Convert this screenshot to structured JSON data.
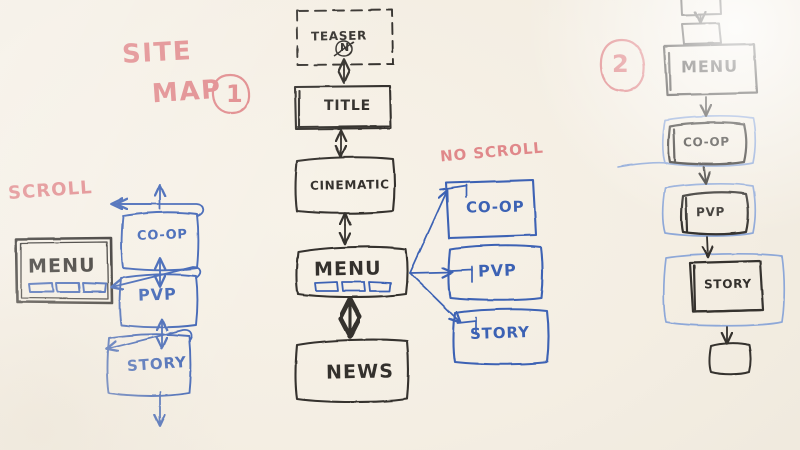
{
  "board": {
    "kind": "whiteboard-sketch",
    "title": "SITE MAP",
    "background_color": "#f4eee3",
    "ink_colors": {
      "black": "#34312d",
      "blue": "#3c62b4",
      "red": "#e0888a"
    }
  },
  "annotations": {
    "heading_line1": "SITE",
    "heading_line2": "MAP",
    "heading_badge": "1",
    "left_note": "SCROLL",
    "middle_right_note": "NO SCROLL",
    "right_badge": "2"
  },
  "variant_1_left": {
    "name": "scroll-variant",
    "note": "SCROLL",
    "nodes": [
      {
        "id": "menu",
        "label": "MENU",
        "color": "black",
        "has_nav_buttons": true
      },
      {
        "id": "co-op",
        "label": "CO-OP",
        "color": "blue",
        "has_nav_buttons": false
      },
      {
        "id": "pvp",
        "label": "PVP",
        "color": "blue",
        "has_nav_buttons": false
      },
      {
        "id": "story",
        "label": "STORY",
        "color": "blue",
        "has_nav_buttons": false
      }
    ]
  },
  "main_flow_center": {
    "nodes": [
      {
        "id": "teaser",
        "label": "TEASER",
        "color": "black",
        "style": "dashed",
        "badge": "N"
      },
      {
        "id": "title",
        "label": "TITLE",
        "color": "black",
        "style": "solid"
      },
      {
        "id": "cinematic",
        "label": "CINEMATIC",
        "color": "black",
        "style": "solid"
      },
      {
        "id": "menu",
        "label": "MENU",
        "color": "black",
        "style": "solid",
        "has_nav_buttons": true
      },
      {
        "id": "news",
        "label": "NEWS",
        "color": "black",
        "style": "solid"
      }
    ]
  },
  "variant_no_scroll": {
    "name": "no-scroll-variant",
    "note": "NO SCROLL",
    "nodes": [
      {
        "id": "co-op",
        "label": "CO-OP",
        "color": "blue"
      },
      {
        "id": "pvp",
        "label": "PVP",
        "color": "blue"
      },
      {
        "id": "story",
        "label": "STORY",
        "color": "blue"
      }
    ]
  },
  "variant_2_right": {
    "name": "chained-variant",
    "badge": "2",
    "nodes": [
      {
        "id": "top-a",
        "label": "",
        "color": "black"
      },
      {
        "id": "top-b",
        "label": "",
        "color": "black"
      },
      {
        "id": "menu",
        "label": "MENU",
        "color": "black"
      },
      {
        "id": "co-op",
        "label": "CO-OP",
        "color": "black"
      },
      {
        "id": "pvp",
        "label": "PVP",
        "color": "black"
      },
      {
        "id": "story",
        "label": "STORY",
        "color": "black"
      },
      {
        "id": "bottom",
        "label": "",
        "color": "black"
      }
    ]
  }
}
